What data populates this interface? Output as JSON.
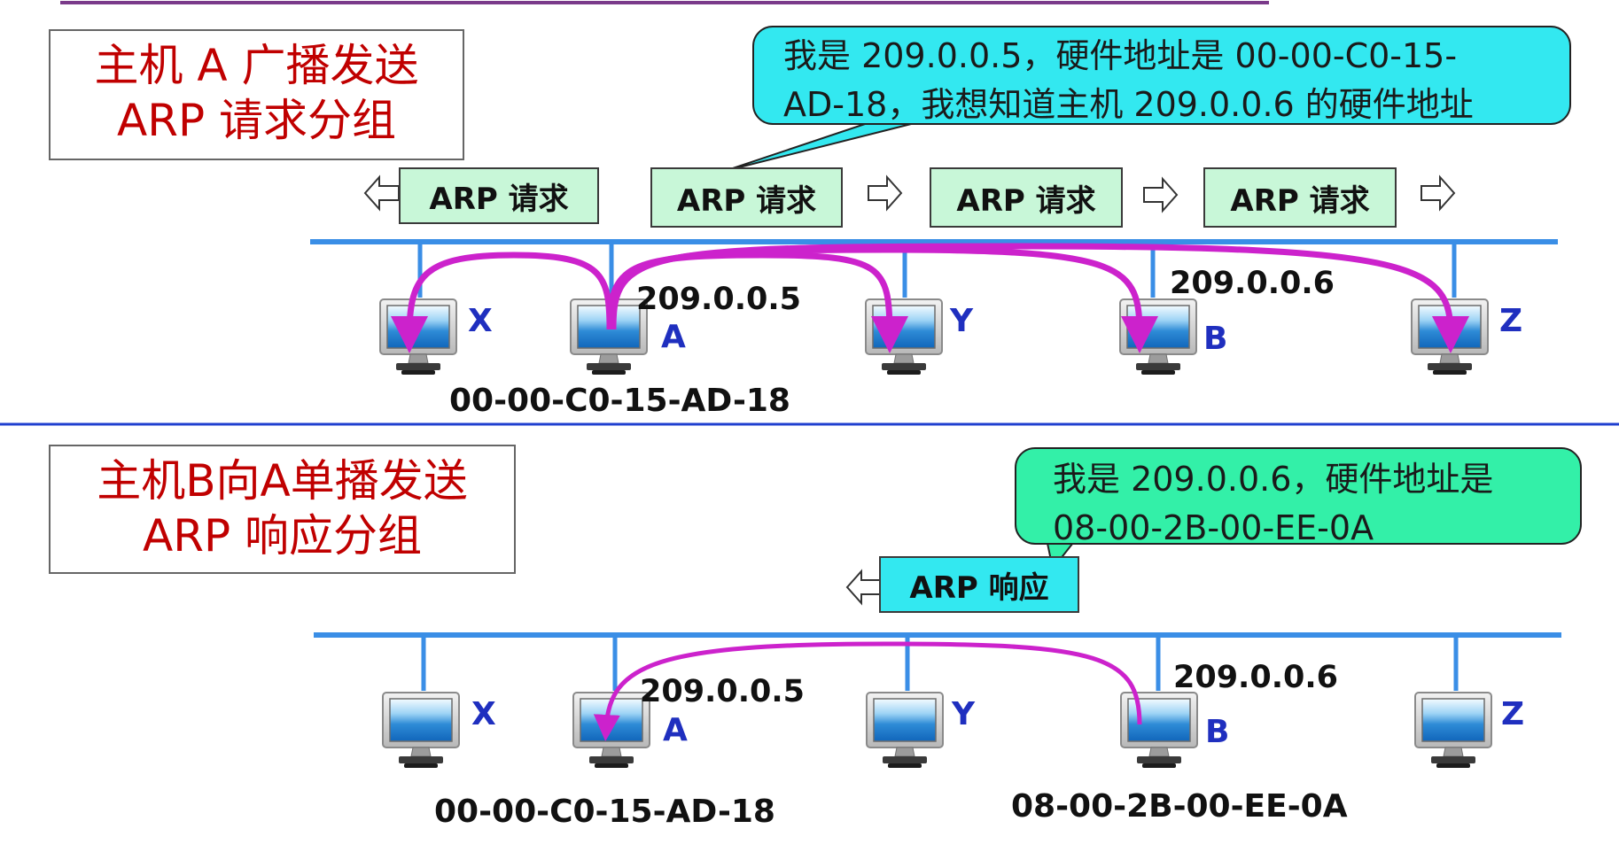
{
  "top": {
    "title_line1": "主机 A 广播发送",
    "title_line2": "ARP 请求分组",
    "callout_line1": "我是 209.0.0.5，硬件地址是 00-00-C0-15-",
    "callout_line2": "AD-18，我想知道主机 209.0.0.6 的硬件地址",
    "packets": [
      "ARP 请求",
      "ARP 请求",
      "ARP 请求",
      "ARP 请求"
    ],
    "ip_a": "209.0.0.5",
    "ip_b": "209.0.0.6",
    "mac_a": "00-00-C0-15-AD-18",
    "hosts": [
      "X",
      "A",
      "Y",
      "B",
      "Z"
    ]
  },
  "bottom": {
    "title_line1": "主机B向A单播发送",
    "title_line2": "ARP 响应分组",
    "callout_line1": "我是 209.0.0.6，硬件地址是",
    "callout_line2": "08-00-2B-00-EE-0A",
    "packet": "ARP 响应",
    "ip_a": "209.0.0.5",
    "ip_b": "209.0.0.6",
    "mac_a": "00-00-C0-15-AD-18",
    "mac_b": "08-00-2B-00-EE-0A",
    "hosts": [
      "X",
      "A",
      "Y",
      "B",
      "Z"
    ]
  },
  "colors": {
    "title_text": "#c00000",
    "bus": "#3a8ee6",
    "arrow": "#cc22cc",
    "callout_request": "#33e8f0",
    "callout_response": "#33f0a8",
    "packet_request": "#c8f7d8",
    "packet_response": "#33e8f0",
    "host_label": "#1f2fbf",
    "separator": "#1f3fcf",
    "top_rule": "#7a3a8a"
  }
}
